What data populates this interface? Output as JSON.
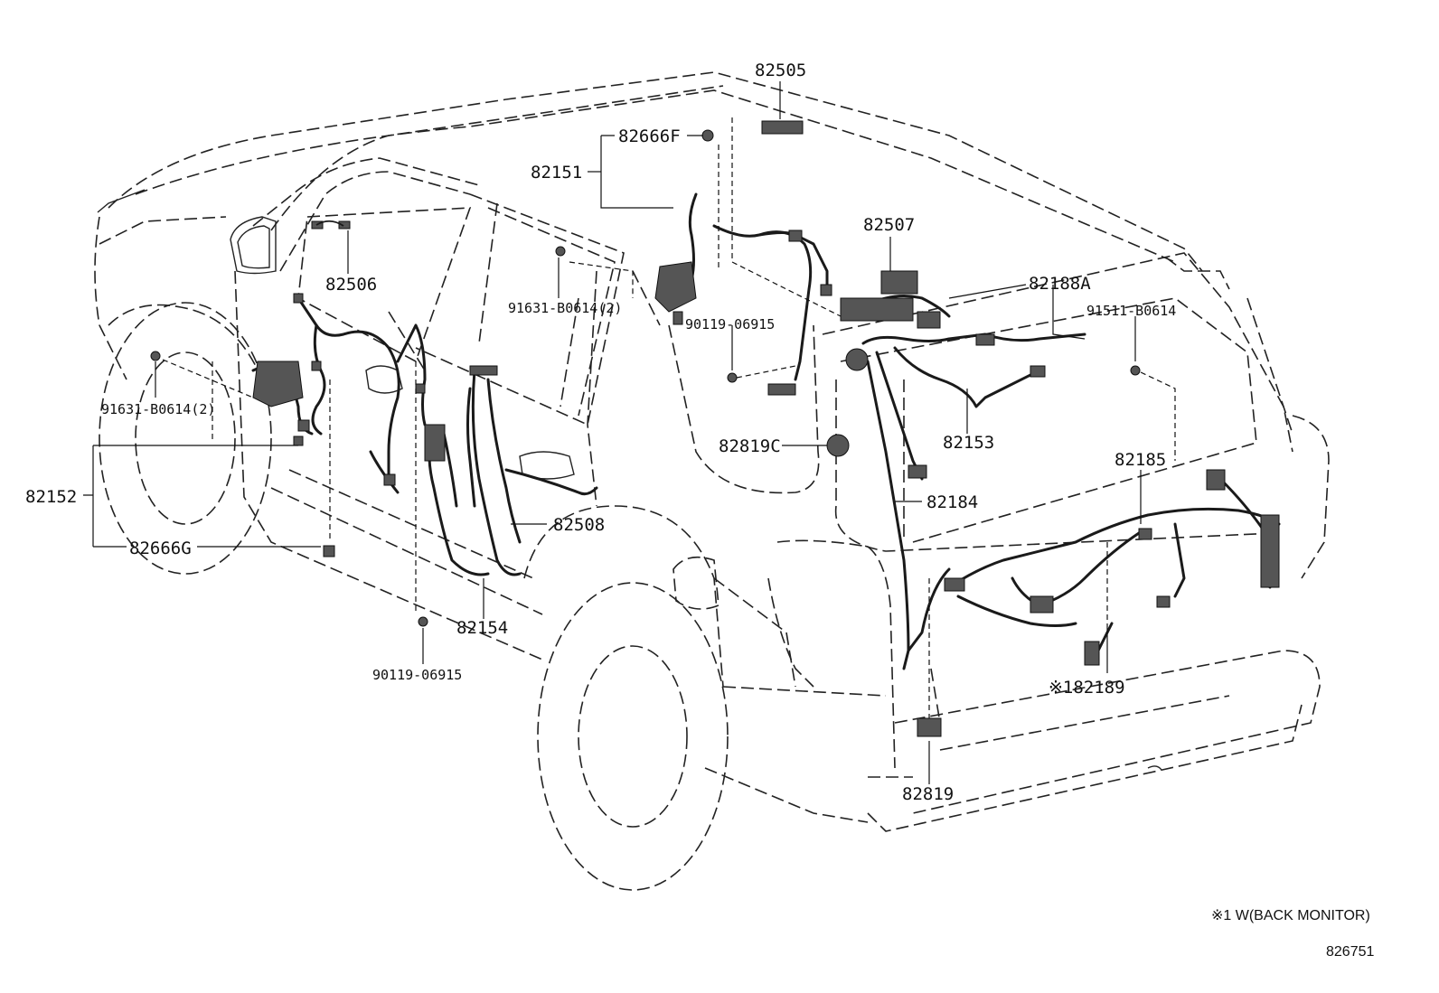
{
  "labels": {
    "p82505": "82505",
    "p82666F": "82666F",
    "p82151": "82151",
    "p82507": "82507",
    "p82188A": "82188A",
    "p82506": "82506",
    "p91631_b0614_top": "91631-B0614(2)",
    "p90119_06915_top": "90119-06915",
    "p91511_b0614": "91511-B0614",
    "p91631_b0614_left": "91631-B0614(2)",
    "p82152": "82152",
    "p82819C": "82819C",
    "p82153": "82153",
    "p82185": "82185",
    "p82184": "82184",
    "p82508": "82508",
    "p82666G": "82666G",
    "p82154": "82154",
    "p90119_06915_bottom": "90119-06915",
    "p82189": "※182189",
    "p82819": "82819"
  },
  "footnote": "※1 W(BACK MONITOR)",
  "diagram_id": "826751"
}
